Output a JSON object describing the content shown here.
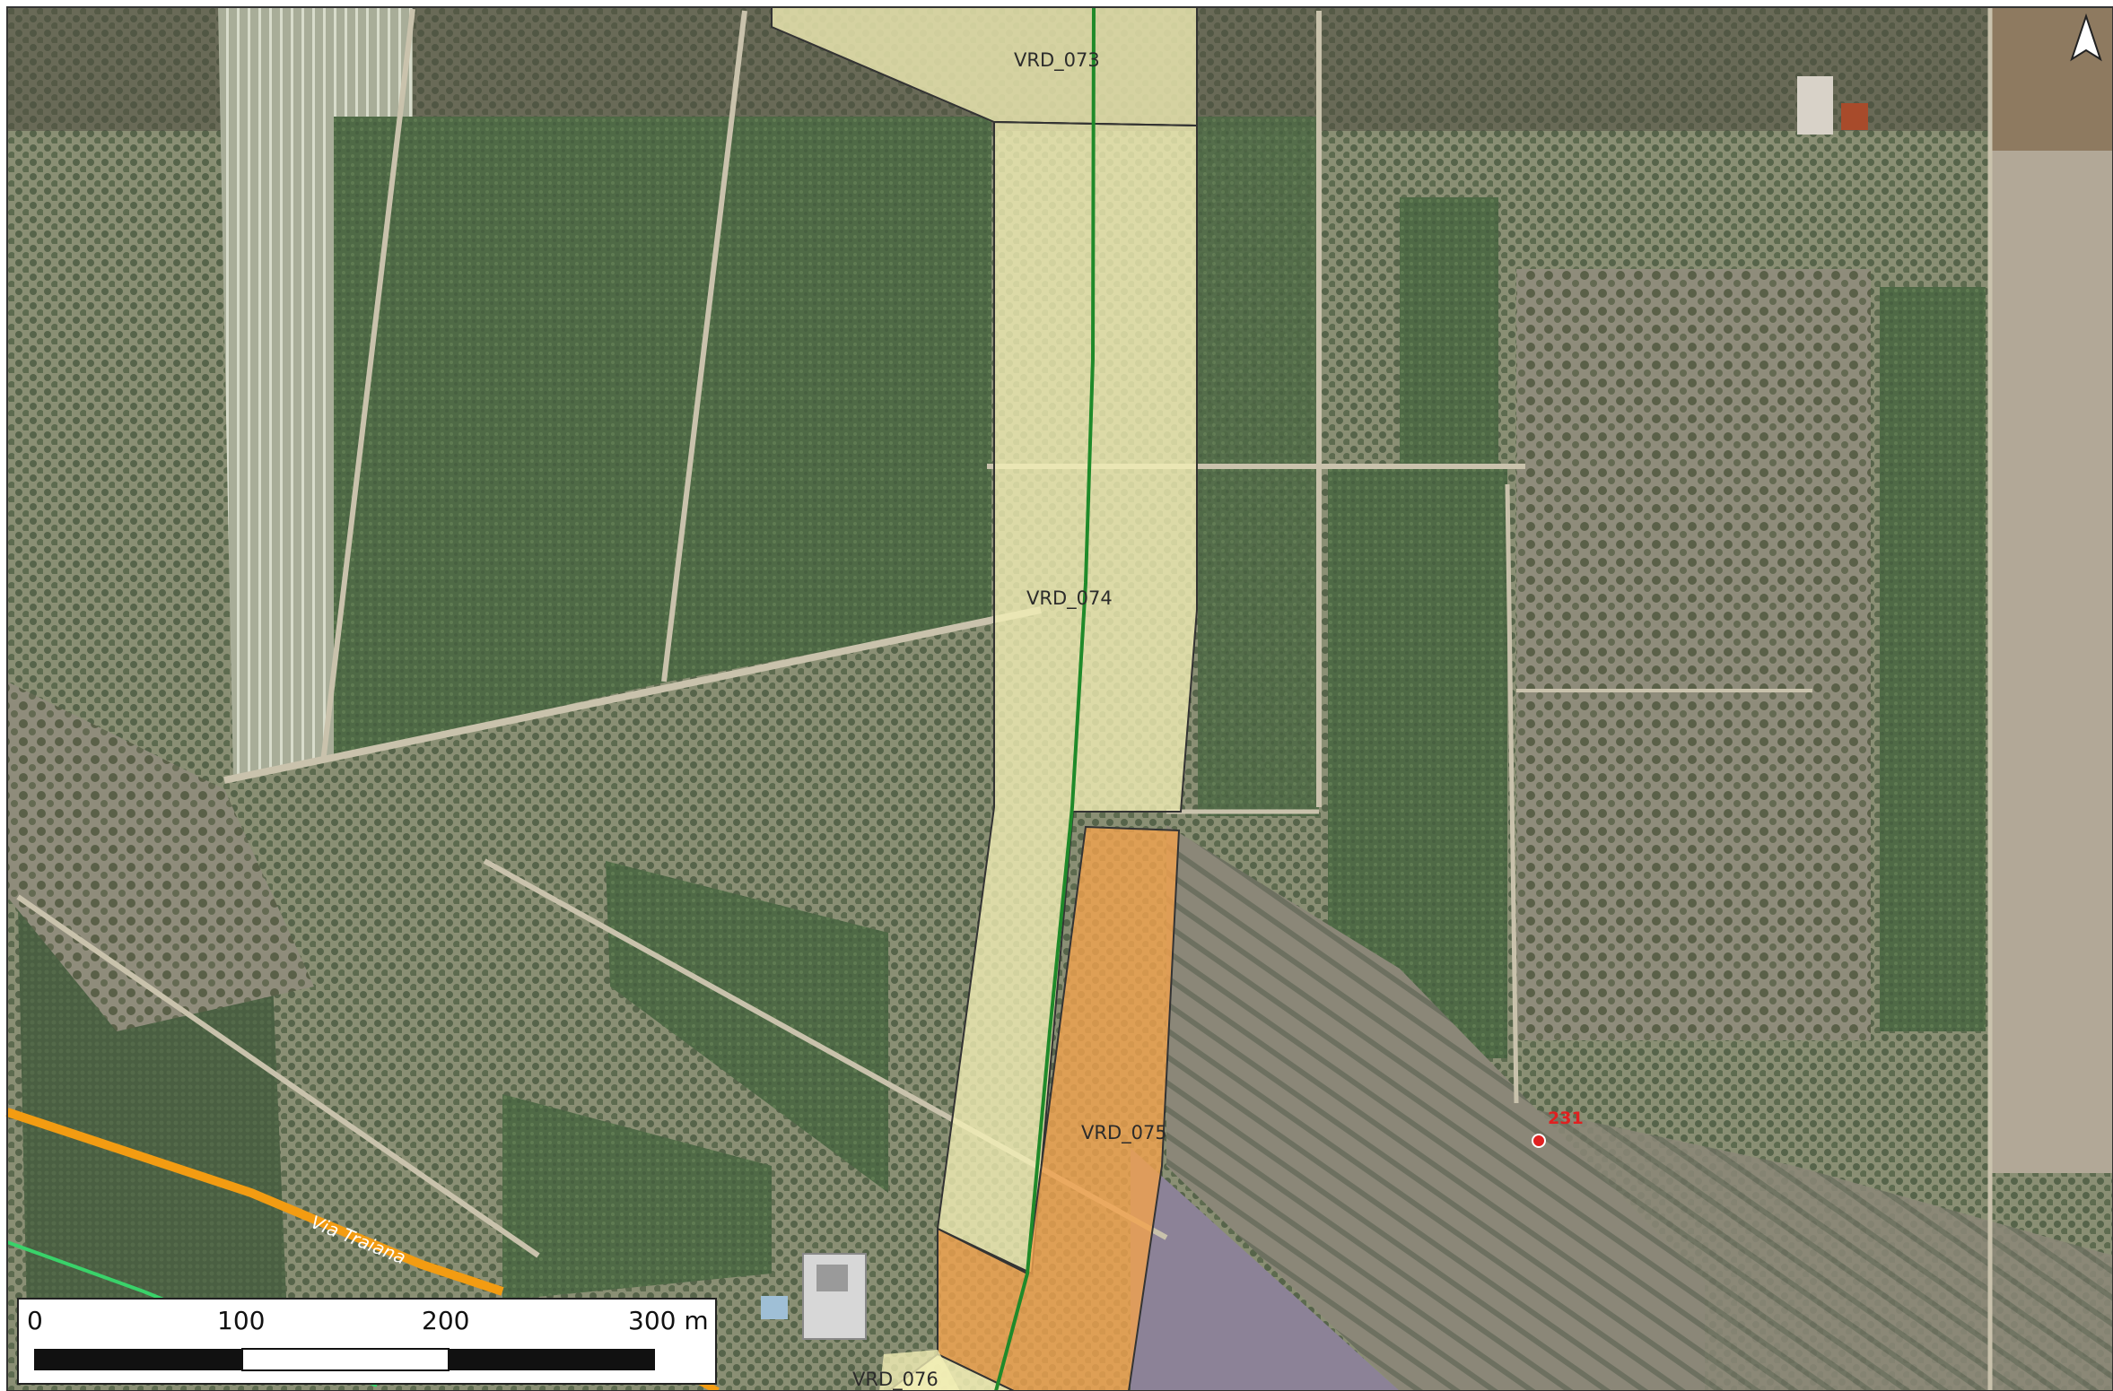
{
  "map": {
    "north_arrow": "north-arrow-icon",
    "parcels": [
      {
        "id": "VRD_073",
        "color": "#f3f0b6"
      },
      {
        "id": "VRD_074",
        "color": "#f3f0b6"
      },
      {
        "id": "VRD_075",
        "color": "#f2a24e"
      },
      {
        "id": "VRD_076",
        "color": "#f3f0b6"
      }
    ],
    "point": {
      "label": "231",
      "color": "#e02020"
    },
    "road": {
      "label": "Via Traiana",
      "color": "#f39c12"
    },
    "line_colors": {
      "pipeline": "#1f8a2a",
      "secondary": "#39d36a"
    }
  },
  "scale_bar": {
    "ticks": [
      "0",
      "100",
      "200",
      "300 m"
    ]
  }
}
